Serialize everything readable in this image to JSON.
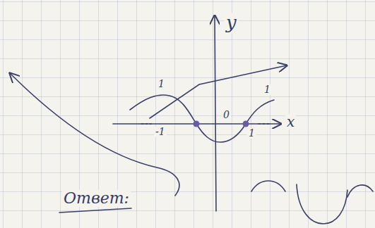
{
  "diagram": {
    "labels": [
      "y",
      "x",
      "0",
      "1",
      "-1",
      "1",
      "1",
      "Ответ:"
    ]
  }
}
